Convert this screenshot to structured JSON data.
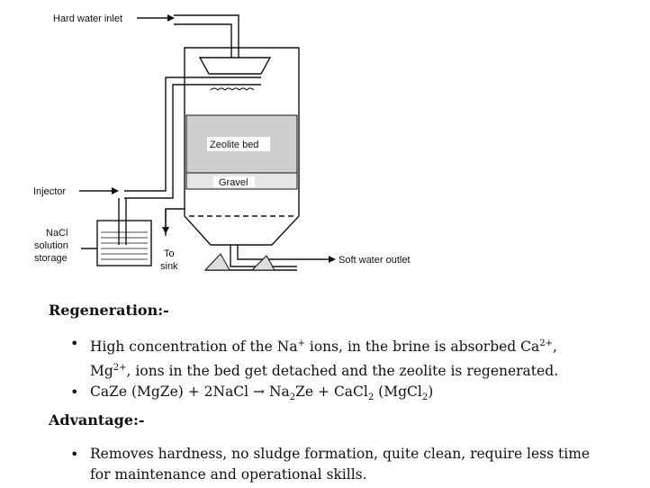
{
  "diagram": {
    "labels": {
      "hard_water_inlet": "Hard water inlet",
      "zeolite_bed": "Zeolite bed",
      "gravel": "Gravel",
      "injector": "Injector",
      "nacl_line1": "NaCl",
      "nacl_line2": "solution",
      "nacl_line3": "storage",
      "to_sink_line1": "To",
      "to_sink_line2": "sink",
      "soft_water_outlet": "Soft water outlet"
    }
  },
  "regeneration": {
    "heading": "Regeneration:-",
    "bullet1": {
      "a": "High concentration of the Na",
      "a_sup": "+",
      "b": " ions, in the brine is absorbed Ca",
      "b_sup": "2+",
      "c": ",",
      "d": "Mg",
      "d_sup": "2+",
      "e": ", ions in the bed get detached and the zeolite is regenerated."
    },
    "bullet2": {
      "a": "CaZe (MgZe) + 2NaCl → Na",
      "a_sub": "2",
      "b": "Ze + CaCl",
      "b_sub": "2",
      "c": " (MgCl",
      "c_sub": "2",
      "d": ")"
    }
  },
  "advantage": {
    "heading": "Advantage:-",
    "bullet1_line1": "Removes hardness, no sludge formation, quite clean, require less time",
    "bullet1_line2": "for maintenance and operational skills."
  }
}
